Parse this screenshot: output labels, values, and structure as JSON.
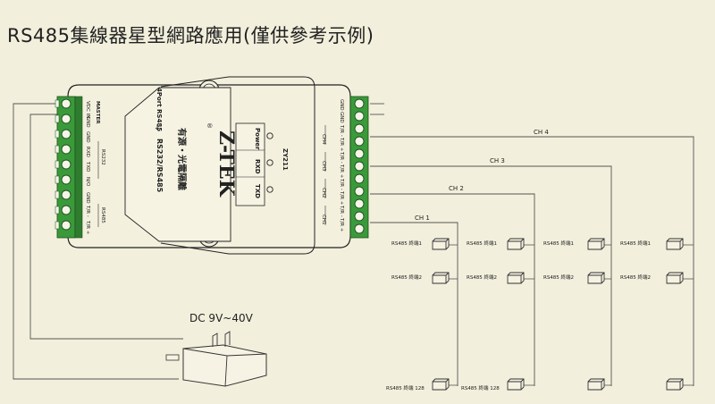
{
  "title": "RS485集線器星型網路應用(僅供參考示例)",
  "device": {
    "brand": "Z-TEK",
    "registered": "®",
    "model": "ZY211",
    "label_cn": "有源・光電隔離",
    "label_proto": "RS232/RS485",
    "label_ports": "4Port RS485",
    "leds": [
      "Power",
      "RXD",
      "TXD"
    ],
    "left_terminals": [
      "VDC IN",
      "GND",
      "GND",
      "RXD",
      "TXD",
      "N/O",
      "GND",
      "T/R -",
      "T/R +"
    ],
    "left_groups": [
      "MASTER",
      "RS232",
      "RS485"
    ],
    "right_terminals": [
      "GND",
      "GND",
      "T/R -",
      "T/R +",
      "T/R -",
      "T/R +",
      "T/R -",
      "T/R +",
      "T/R -",
      "T/R +"
    ],
    "right_groups": [
      "CH4",
      "CH3",
      "CH2",
      "CH1"
    ]
  },
  "power": {
    "label": "DC 9V~40V"
  },
  "channels": [
    {
      "label": "CH 1",
      "nodes": [
        "RS485 終端1",
        "RS485 終端2",
        "RS485 終端 128"
      ]
    },
    {
      "label": "CH 2",
      "nodes": [
        "RS485 終端1",
        "RS485 終端2",
        "RS485 終端 128"
      ]
    },
    {
      "label": "CH 3",
      "nodes": [
        "RS485 終端1",
        "RS485 終端2"
      ]
    },
    {
      "label": "CH 4",
      "nodes": [
        "RS485 終端1",
        "RS485 終端2"
      ]
    }
  ],
  "colors": {
    "background": "#f2efdc",
    "line": "#555555",
    "device": "#f3f0dd",
    "terminal_block": "#3a9a3a"
  }
}
